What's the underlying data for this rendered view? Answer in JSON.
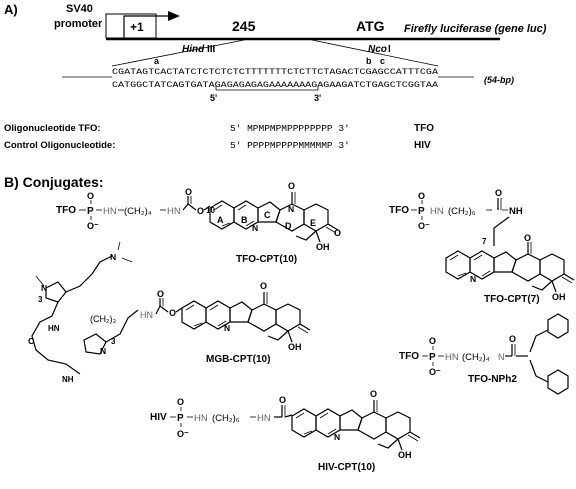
{
  "panelA": {
    "label": "A)",
    "promoter_top": "SV40",
    "promoter_bottom": "promoter",
    "plus_one": "+1",
    "pos_245": "245",
    "atg": "ATG",
    "gene": "Firefly luciferase (gene luc)",
    "hind": "Hind",
    "hind_suffix": "III",
    "nco": "Nco",
    "nco_suffix": "I",
    "site_a": "a",
    "site_b": "b",
    "site_c": "c",
    "seq_top": "CGATAGTCACTATCTCTCTCTCTTTTTTTCTCTTCTAGACTCGAGCCATTTCGA",
    "seq_bottom": "CATGGCTATCAGTGATAGAGAGAGAGAAAAAAAGAGAAGATCTGAGCTCGGTAA",
    "bp": "(54-bp)",
    "five_prime": "5'",
    "three_prime": "3'",
    "oligos": [
      {
        "name": "Oligonucleotide TFO:",
        "seq": "5'  MPMPMPMPPPPPPPP 3'",
        "tag": "TFO"
      },
      {
        "name": "Control Oligonucleotide:",
        "seq": "5'  PPPPMPPPPMMMMMP 3'",
        "tag": "HIV"
      }
    ]
  },
  "panelB": {
    "label": "B) Conjugates:",
    "tfo": "TFO",
    "hiv": "HIV",
    "p": "P",
    "o": "O",
    "ominus": "O⁻",
    "hn": "HN",
    "nh": "NH",
    "n": "N",
    "oh": "OH",
    "chain_c4": "(CH₂)₄",
    "chain_c6": "(CH₂)₆",
    "chain_c3": "(CH₂)₃",
    "sub3": "3",
    "ring_labels": [
      "A",
      "B",
      "C",
      "D",
      "E"
    ],
    "pos10": "10",
    "pos7": "7",
    "names": {
      "tfo_cpt10": "TFO-CPT(10)",
      "tfo_cpt7": "TFO-CPT(7)",
      "mgb_cpt10": "MGB-CPT(10)",
      "tfo_nph2": "TFO-NPh2",
      "hiv_cpt10": "HIV-CPT(10)"
    }
  }
}
